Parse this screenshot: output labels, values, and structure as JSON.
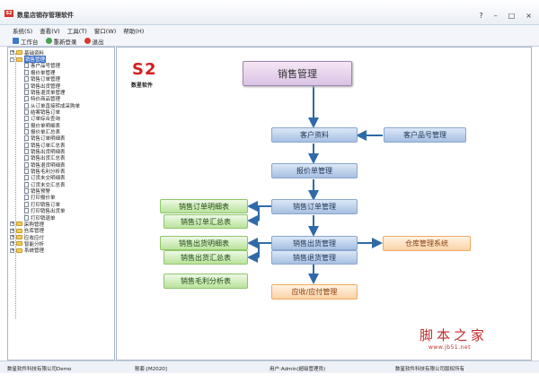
{
  "window": {
    "title": "数星店销存管理软件",
    "icon_label": "S2",
    "buttons": [
      "?",
      "–",
      "□",
      "×"
    ]
  },
  "menu": [
    "系统(S)",
    "查看(V)",
    "工具(T)",
    "窗口(W)",
    "帮助(H)"
  ],
  "toolbar": {
    "workbench_label": "工作台",
    "relogin_label": "重新登录",
    "exit_label": "退出"
  },
  "tree": {
    "items": [
      {
        "label": "基础资料",
        "level": 0,
        "kind": "folder",
        "expanded": false
      },
      {
        "label": "销售管理",
        "level": 0,
        "kind": "folder",
        "expanded": true,
        "selected": true
      },
      {
        "label": "客户品号管理",
        "level": 1,
        "kind": "doc"
      },
      {
        "label": "报价单管理",
        "level": 1,
        "kind": "doc"
      },
      {
        "label": "销售订单管理",
        "level": 1,
        "kind": "doc"
      },
      {
        "label": "销售出货管理",
        "level": 1,
        "kind": "doc"
      },
      {
        "label": "销售退货单管理",
        "level": 1,
        "kind": "doc"
      },
      {
        "label": "特价商品管理",
        "level": 1,
        "kind": "doc"
      },
      {
        "label": "从订单直接转成采购单",
        "level": 1,
        "kind": "doc"
      },
      {
        "label": "结案销售订单",
        "level": 1,
        "kind": "doc"
      },
      {
        "label": "订单综合查询",
        "level": 1,
        "kind": "doc"
      },
      {
        "label": "报价单明细表",
        "level": 1,
        "kind": "doc"
      },
      {
        "label": "报价单汇总表",
        "level": 1,
        "kind": "doc"
      },
      {
        "label": "销售订单明细表",
        "level": 1,
        "kind": "doc"
      },
      {
        "label": "销售订单汇总表",
        "level": 1,
        "kind": "doc"
      },
      {
        "label": "销售出货明细表",
        "level": 1,
        "kind": "doc"
      },
      {
        "label": "销售出货汇总表",
        "level": 1,
        "kind": "doc"
      },
      {
        "label": "销售退货明细表",
        "level": 1,
        "kind": "doc"
      },
      {
        "label": "销售毛利分析表",
        "level": 1,
        "kind": "doc"
      },
      {
        "label": "订货未交明细表",
        "level": 1,
        "kind": "doc"
      },
      {
        "label": "订货未交汇总表",
        "level": 1,
        "kind": "doc"
      },
      {
        "label": "销售预警",
        "level": 1,
        "kind": "doc"
      },
      {
        "label": "打印报价单",
        "level": 1,
        "kind": "doc"
      },
      {
        "label": "打印销售订单",
        "level": 1,
        "kind": "doc"
      },
      {
        "label": "打印销售出货单",
        "level": 1,
        "kind": "doc"
      },
      {
        "label": "打印销退单",
        "level": 1,
        "kind": "doc"
      },
      {
        "label": "采购管理",
        "level": 0,
        "kind": "folder",
        "expanded": false
      },
      {
        "label": "仓库管理",
        "level": 0,
        "kind": "folder",
        "expanded": false
      },
      {
        "label": "应收应付",
        "level": 0,
        "kind": "folder",
        "expanded": false
      },
      {
        "label": "智能分析",
        "level": 0,
        "kind": "folder",
        "expanded": false
      },
      {
        "label": "系统管理",
        "level": 0,
        "kind": "folder",
        "expanded": false
      }
    ]
  },
  "logo": {
    "mark": "S2",
    "name": "数星软件"
  },
  "flow": {
    "title": "销售管理",
    "customer_data": "客户资料",
    "customer_part_no": "客户品号管理",
    "quote": "报价单管理",
    "sales_order": "销售订单管理",
    "order_detail": "销售订单明细表",
    "order_summary": "销售订单汇总表",
    "shipment": "销售出货管理",
    "return": "销售退货管理",
    "warehouse": "仓库管理系统",
    "ship_detail": "销售出货明细表",
    "ship_summary": "销售出货汇总表",
    "margin": "销售毛利分析表",
    "ar_ap": "应收/应付管理"
  },
  "status": {
    "company": "数星软件科技有限公司Demo",
    "account": "账套:[M2020]",
    "user": "用户:Admin(超级管理员)",
    "copyright": "数星软件科技有限公司版权所有"
  },
  "watermark": {
    "text": "脚本之家",
    "url": "www.jb51.net"
  },
  "colors": {
    "blue_box": "#a7c0e2",
    "green_box": "#b9e39c",
    "orange_box": "#fbd2a5",
    "arrow": "#2f6aa8",
    "logo_red": "#d21f1f"
  }
}
